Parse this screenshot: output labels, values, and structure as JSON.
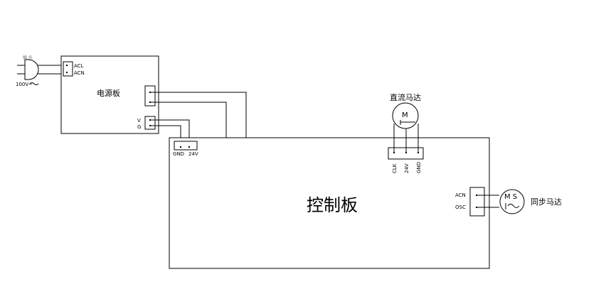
{
  "plug": {
    "label": "插 头",
    "voltage": "100V~"
  },
  "power_board": {
    "title": "电源板",
    "input_pins": [
      "ACL",
      "ACN"
    ],
    "output_pins": [
      "V",
      "G"
    ]
  },
  "control_board": {
    "title": "控制板",
    "power_pins": [
      "GND",
      "24V"
    ]
  },
  "dc_motor": {
    "title": "直流马达",
    "symbol": "M",
    "pins": [
      "CLK",
      "24V",
      "GND"
    ]
  },
  "sync_motor": {
    "title": "同步马达",
    "symbol": "M S",
    "pins": [
      "ACN",
      "OSC"
    ]
  }
}
